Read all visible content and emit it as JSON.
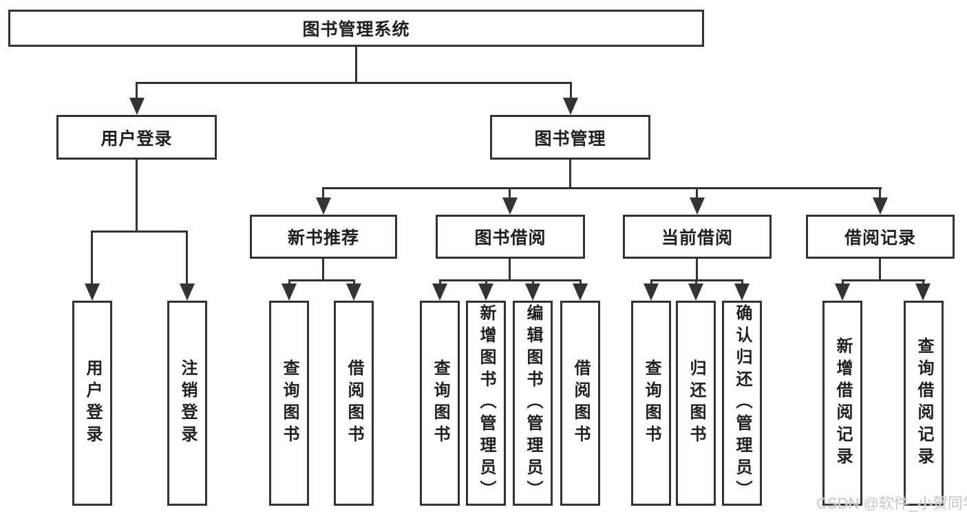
{
  "title": {
    "label": "图书管理系统"
  },
  "level2": [
    {
      "label": "用户登录"
    },
    {
      "label": "图书管理"
    }
  ],
  "level3": [
    {
      "label": "新书推荐"
    },
    {
      "label": "图书借阅"
    },
    {
      "label": "当前借阅"
    },
    {
      "label": "借阅记录"
    }
  ],
  "leaves": {
    "user": [
      {
        "label": "用户登录"
      },
      {
        "label": "注销登录"
      }
    ],
    "newbook": [
      {
        "label": "查询图书"
      },
      {
        "label": "借阅图书"
      }
    ],
    "borrow": [
      {
        "label": "查询图书"
      },
      {
        "label": "新增图书（管理员）"
      },
      {
        "label": "编辑图书（管理员）"
      },
      {
        "label": "借阅图书"
      }
    ],
    "current": [
      {
        "label": "查询图书"
      },
      {
        "label": "归还图书"
      },
      {
        "label": "确认归还（管理员）"
      }
    ],
    "records": [
      {
        "label": "新增借阅记录"
      },
      {
        "label": "查询借阅记录"
      }
    ]
  },
  "watermark": {
    "text": "CSDN @软件_小贺同学"
  },
  "colors": {
    "line": "#333333",
    "text": "#1f1f1f",
    "watermark": "#c5c5c5",
    "background": "#ffffff"
  }
}
